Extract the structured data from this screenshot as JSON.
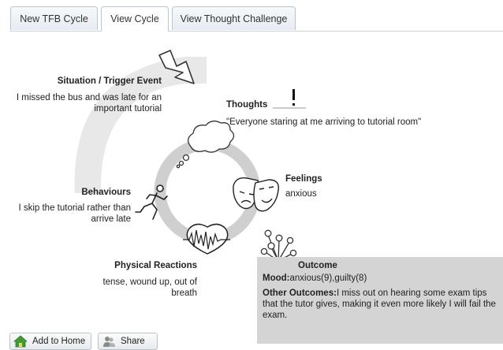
{
  "tabs": [
    {
      "label": "New TFB Cycle",
      "active": false
    },
    {
      "label": "View Cycle",
      "active": true
    },
    {
      "label": "View Thought Challenge",
      "active": false
    }
  ],
  "situation": {
    "title": "Situation / Trigger Event",
    "text": "I missed the bus and was late for an important tutorial"
  },
  "thoughts": {
    "title": "Thoughts",
    "text": "\"Everyone staring at me arriving to tutorial room\""
  },
  "feelings": {
    "title": "Feelings",
    "text": "anxious"
  },
  "behaviours": {
    "title": "Behaviours",
    "text": "I skip the tutorial rather than arrive late"
  },
  "physical": {
    "title": "Physical Reactions",
    "text": "tense, wound up, out of breath"
  },
  "outcome": {
    "title": "Outcome",
    "mood_label": "Mood:",
    "mood_value": "anxious(9),guilty(8)",
    "other_label": "Other Outcomes:",
    "other_value": "I miss out on hearing some exam tips that the tutor gives, making it even more likely I will fail the exam."
  },
  "buttons": {
    "add_home": "Add to Home",
    "share": "Share"
  },
  "icons": {
    "trigger": "lightning-arrow-icon",
    "thoughts": "exclamation-icon",
    "thought_bubble": "thought-bubble-icon",
    "feelings": "theatre-masks-icon",
    "behaviours": "running-person-icon",
    "physical": "heartbeat-icon",
    "outcome": "branching-circles-icon",
    "home": "home-icon",
    "share": "share-people-icon"
  },
  "colors": {
    "ring": "#cfcfcf",
    "arc": "#e8e8e8",
    "outcome_bg": "#d4d4d4",
    "tab_border": "#b7c7d6",
    "home_green": "#3f9b32"
  }
}
